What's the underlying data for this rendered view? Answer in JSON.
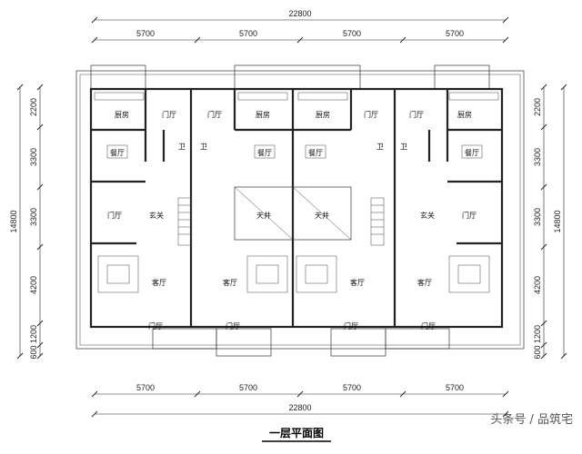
{
  "plan_title": "一层平面图",
  "watermark": "头条号 / 品筑宅",
  "top_dims": {
    "total": "22800",
    "segments": [
      "5700",
      "5700",
      "5700",
      "5700"
    ]
  },
  "bottom_dims": {
    "total": "22800",
    "segments": [
      "5700",
      "5700",
      "5700",
      "5700"
    ]
  },
  "left_dims": {
    "total": "14800",
    "segments": [
      "2200",
      "3300",
      "3300",
      "4200",
      "1200",
      "600"
    ]
  },
  "right_dims": {
    "total": "14800",
    "segments": [
      "2200",
      "3300",
      "3300",
      "4200",
      "1200",
      "600"
    ]
  },
  "rooms": {
    "kitchen": "厨房",
    "vestibule": "门厅",
    "bath": "卫",
    "dining": "餐厅",
    "foyer": "玄关",
    "courtyard": "天井",
    "living": "客厅"
  }
}
